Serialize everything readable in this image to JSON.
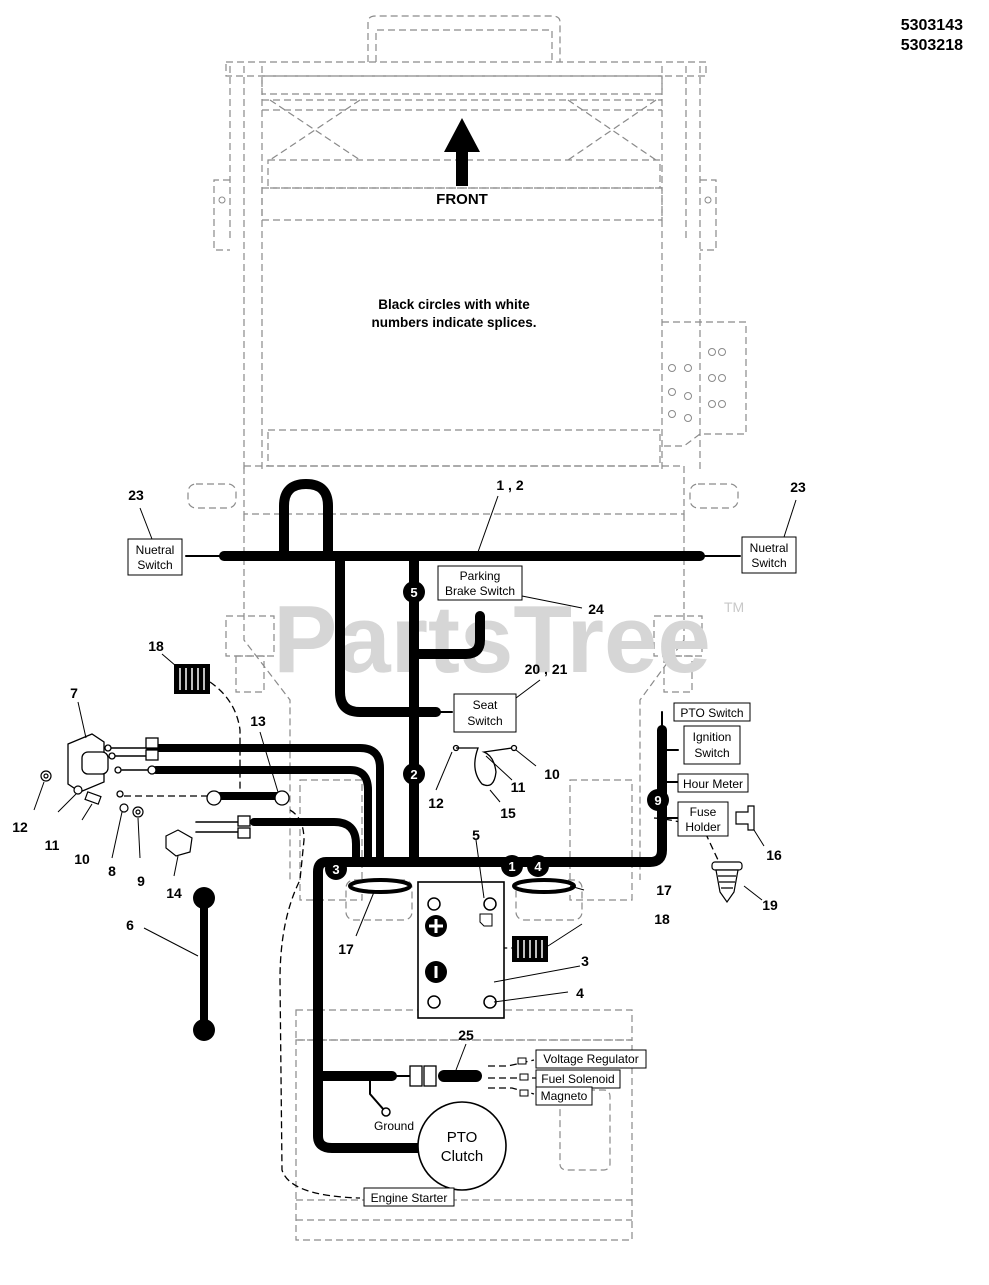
{
  "part_numbers": [
    "5303143",
    "5303218"
  ],
  "front_label": "FRONT",
  "note": [
    "Black circles with white",
    "numbers indicate splices."
  ],
  "watermark": "PartsTree",
  "trademark": "TM",
  "callouts": [
    "1 , 2",
    "23",
    "23",
    "24",
    "20 , 21",
    "18",
    "7",
    "13",
    "12",
    "11",
    "10",
    "8",
    "9",
    "14",
    "6",
    "10",
    "11",
    "12",
    "15",
    "5",
    "17",
    "17",
    "18",
    "3",
    "4",
    "16",
    "19",
    "25"
  ],
  "splices": [
    "5",
    "2",
    "9",
    "3",
    "1",
    "4"
  ],
  "boxes": {
    "neutral_switch_left": [
      "Nuetral",
      "Switch"
    ],
    "neutral_switch_right": [
      "Nuetral",
      "Switch"
    ],
    "parking_brake_switch": [
      "Parking",
      "Brake Switch"
    ],
    "seat_switch": [
      "Seat",
      "Switch"
    ],
    "pto_switch": [
      "PTO Switch"
    ],
    "ignition_switch": [
      "Ignition",
      "Switch"
    ],
    "hour_meter": [
      "Hour Meter"
    ],
    "fuse_holder": [
      "Fuse",
      "Holder"
    ],
    "voltage_regulator": [
      "Voltage Regulator"
    ],
    "fuel_solenoid": [
      "Fuel Solenoid"
    ],
    "magneto": [
      "Magneto"
    ],
    "engine_starter": [
      "Engine Starter"
    ]
  },
  "ground_label": "Ground",
  "pto_clutch": [
    "PTO",
    "Clutch"
  ],
  "colors": {
    "wire": "#000000",
    "frame": "#8a8a8a",
    "watermark": "#d6d6d6"
  }
}
